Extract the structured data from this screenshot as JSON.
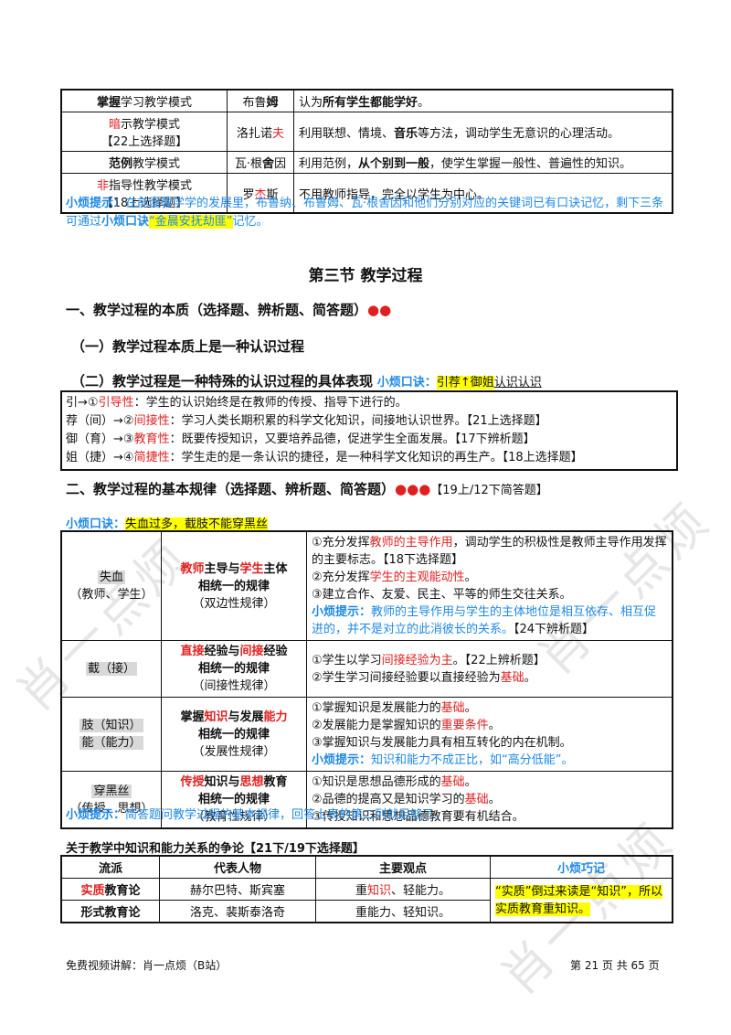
{
  "watermark": [
    "肖一点烦",
    "肖一点烦",
    "肖一点烦"
  ],
  "top_table": [
    {
      "mode": "学习教学模式",
      "mode_bold": "掌握",
      "mode_red": "",
      "person": "布鲁姆",
      "person_bold": "姆",
      "desc": "认为所有学生都能学好。",
      "note": ""
    },
    {
      "mode": "示教学模式",
      "mode_red": "暗",
      "note": "【22上选择题】",
      "person": "洛扎诺夫",
      "desc": "利用联想、情境、音乐等方法，调动学生无意识的心理活动。"
    },
    {
      "mode": "教学模式",
      "mode_bold": "范例",
      "person": "瓦·根舍因",
      "desc": "利用范例，从个别到一般，使学生掌握一般性、普遍性的知识。"
    },
    {
      "mode": "指导性教学模式",
      "mode_red": "非",
      "note": "【18上选择题】",
      "person": "罗杰斯",
      "desc": "不用教师指导，完全以学生为中心。"
    }
  ],
  "tip1_label": "小烦提示：",
  "tip1_text_a": "在前面教学学的发展里，布鲁纳、布鲁姆、瓦·根舍因和他们分别对应的关键词已有口诀记忆，剩下三条可通过",
  "tip1_bold": "小烦口诀",
  "tip1_hl": "“金晨安抚劫匪”",
  "tip1_text_b": "记忆。",
  "section_title": "第三节  教学过程",
  "h1": "一、教学过程的本质（选择题、辨析题、简答题）",
  "h1_dots": "●●",
  "h1_1": "（一）教学过程本质上是一种认识过程",
  "h1_2": "（二）教学过程是一种特殊的认识过程的具体表现",
  "h1_2_tip": "小烦口诀：",
  "h1_2_mnemonic": "引荐↑御姐",
  "h1_2_tail": "认识认识",
  "box_rows": [
    {
      "lead": "引→①",
      "red": "引导性",
      "text": "：学生的认识始终是在教师的传授、指导下进行的。"
    },
    {
      "lead": "荐（间）→②",
      "red": "间接性",
      "text": "：学习人类长期积累的科学文化知识，间接地认识世界。【21上选择题】"
    },
    {
      "lead": "御（育）→③",
      "red": "教育性",
      "text": "：既要传授知识，又要培养品德，促进学生全面发展。【17下辨析题】"
    },
    {
      "lead": "姐（捷）→④",
      "red": "简捷性",
      "text": "：学生走的是一条认识的捷径，是一种科学文化知识的再生产。【18上选择题】"
    }
  ],
  "h2": "二、教学过程的基本规律（选择题、辨析题、简答题）",
  "h2_dots": "●●●",
  "h2_tag": "【19上/12下简答题】",
  "h2_tip": "小烦口诀：",
  "h2_mnemonic": "失血过多，截肢不能穿黑丝",
  "law_rows": [
    {
      "key": "失血\n（教师、学生）",
      "title_html": "<span class='red'>教师</span>主导与<span class='red'>学生</span>主体<br>相统一的规律",
      "sub": "（双边性规律）",
      "items": [
        "①充分发挥<span class='red'>教师的主导作用</span>，调动学生的积极性是教师主导作用发挥的主要标志。【18下选择题】",
        "②充分发挥<span class='red'>学生的主观能动性</span>。",
        "③建立合作、友爱、民主、平等的师生交往关系。",
        "<span class='blue'><b>小烦提示：</b>教师的主导作用与学生的主体地位是相互依存、相互促进的，并不是对立的此消彼长的关系。</span>【24下辨析题】"
      ]
    },
    {
      "key": "截（接）",
      "title_html": "<span class='red'>直接</span>经验与<span class='red'>间接</span>经验<br>相统一的规律",
      "sub": "（间接性规律）",
      "items": [
        "①学生以学习<span class='red'>间接经验为主</span>。【22上辨析题】",
        "②学生学习间接经验要以直接经验为<span class='red'>基础</span>。"
      ]
    },
    {
      "key": "肢（知识）\n能（能力）",
      "title_html": "掌握<span class='red'>知识</span>与发展<span class='red'>能力</span><br>相统一的规律",
      "sub": "（发展性规律）",
      "items": [
        "①掌握知识是发展能力的<span class='red'>基础</span>。",
        "②发展能力是掌握知识的<span class='red'>重要条件</span>。",
        "③掌握知识与发展能力具有相互转化的内在机制。",
        "<span class='blue'><b>小烦提示：</b>知识和能力不成正比，如“高分低能”。</span>"
      ]
    },
    {
      "key": "穿黑丝\n（传授、思想）",
      "title_html": "<span class='red'>传授</span>知识与<span class='red'>思想</span>教育<br>相统一的规律",
      "sub": "（教育性规律）",
      "items": [
        "①知识是思想品德形成的<span class='red'>基础</span>。",
        "②品德的提高又是知识学习的<span class='red'>基础</span>。",
        "③传授知识和思想品德教育要有机结合。"
      ]
    }
  ],
  "tip2_label": "小烦提示：",
  "tip2_text": "简答题问教学过程的基本规律，回答上表的第二列就足够了。",
  "h3": "关于教学中知识和能力关系的争论【21下/19下选择题】",
  "debate_headers": [
    "流派",
    "代表人物",
    "主要观点",
    "小烦巧记"
  ],
  "debate_rows": [
    {
      "school_red": "实质",
      "school": "教育论",
      "people": "赫尔巴特、斯宾塞",
      "view": "重知识、轻能力。"
    },
    {
      "school_red": "",
      "school": "形式教育论",
      "people": "洛克、裴斯泰洛奇",
      "view": "重能力、轻知识。"
    }
  ],
  "debate_tip": "“实质”倒过来读是“知识”，所以实质教育重知识。",
  "footer_left": "免费视频讲解：肖一点烦（B站）",
  "footer_right": "第 21 页 共 65 页"
}
